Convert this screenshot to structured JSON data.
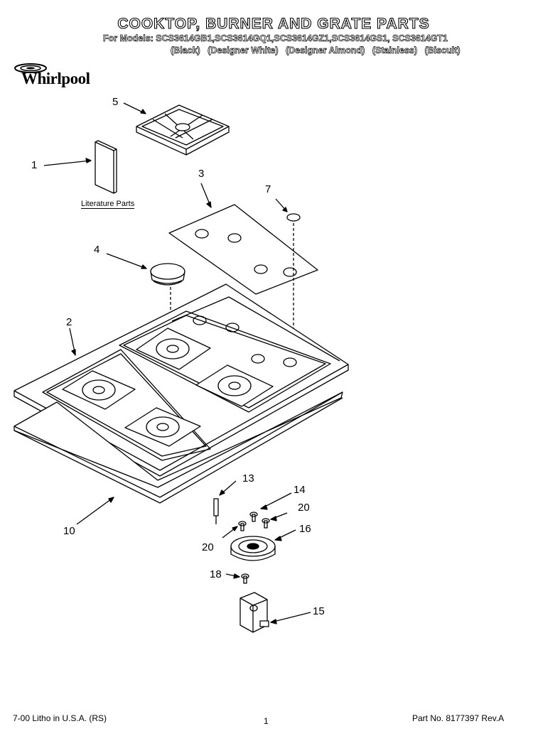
{
  "header": {
    "title": "COOKTOP, BURNER AND GRATE PARTS",
    "models": "For Models: SCS3614GB1,SCS3614GQ1,SCS3614GZ1,SCS3614GS1, SCS3614GT1",
    "colors": [
      "(Black)",
      "(Designer White)",
      "(Designer Almond)",
      "(Stainless)",
      "(Biscuit)"
    ]
  },
  "brand": {
    "name": "Whirlpool",
    "icon": "whirlpool-swirl-logo"
  },
  "literature_label": "Literature Parts",
  "callouts": {
    "c1": "1",
    "c2": "2",
    "c3": "3",
    "c4": "4",
    "c5": "5",
    "c7": "7",
    "c10": "10",
    "c13": "13",
    "c14": "14",
    "c15": "15",
    "c16": "16",
    "c18": "18",
    "c20a": "20",
    "c20b": "20"
  },
  "footer": {
    "left": "7-00 Litho in U.S.A. (RS)",
    "page": "1",
    "right": "Part No. 8177397 Rev.A"
  }
}
